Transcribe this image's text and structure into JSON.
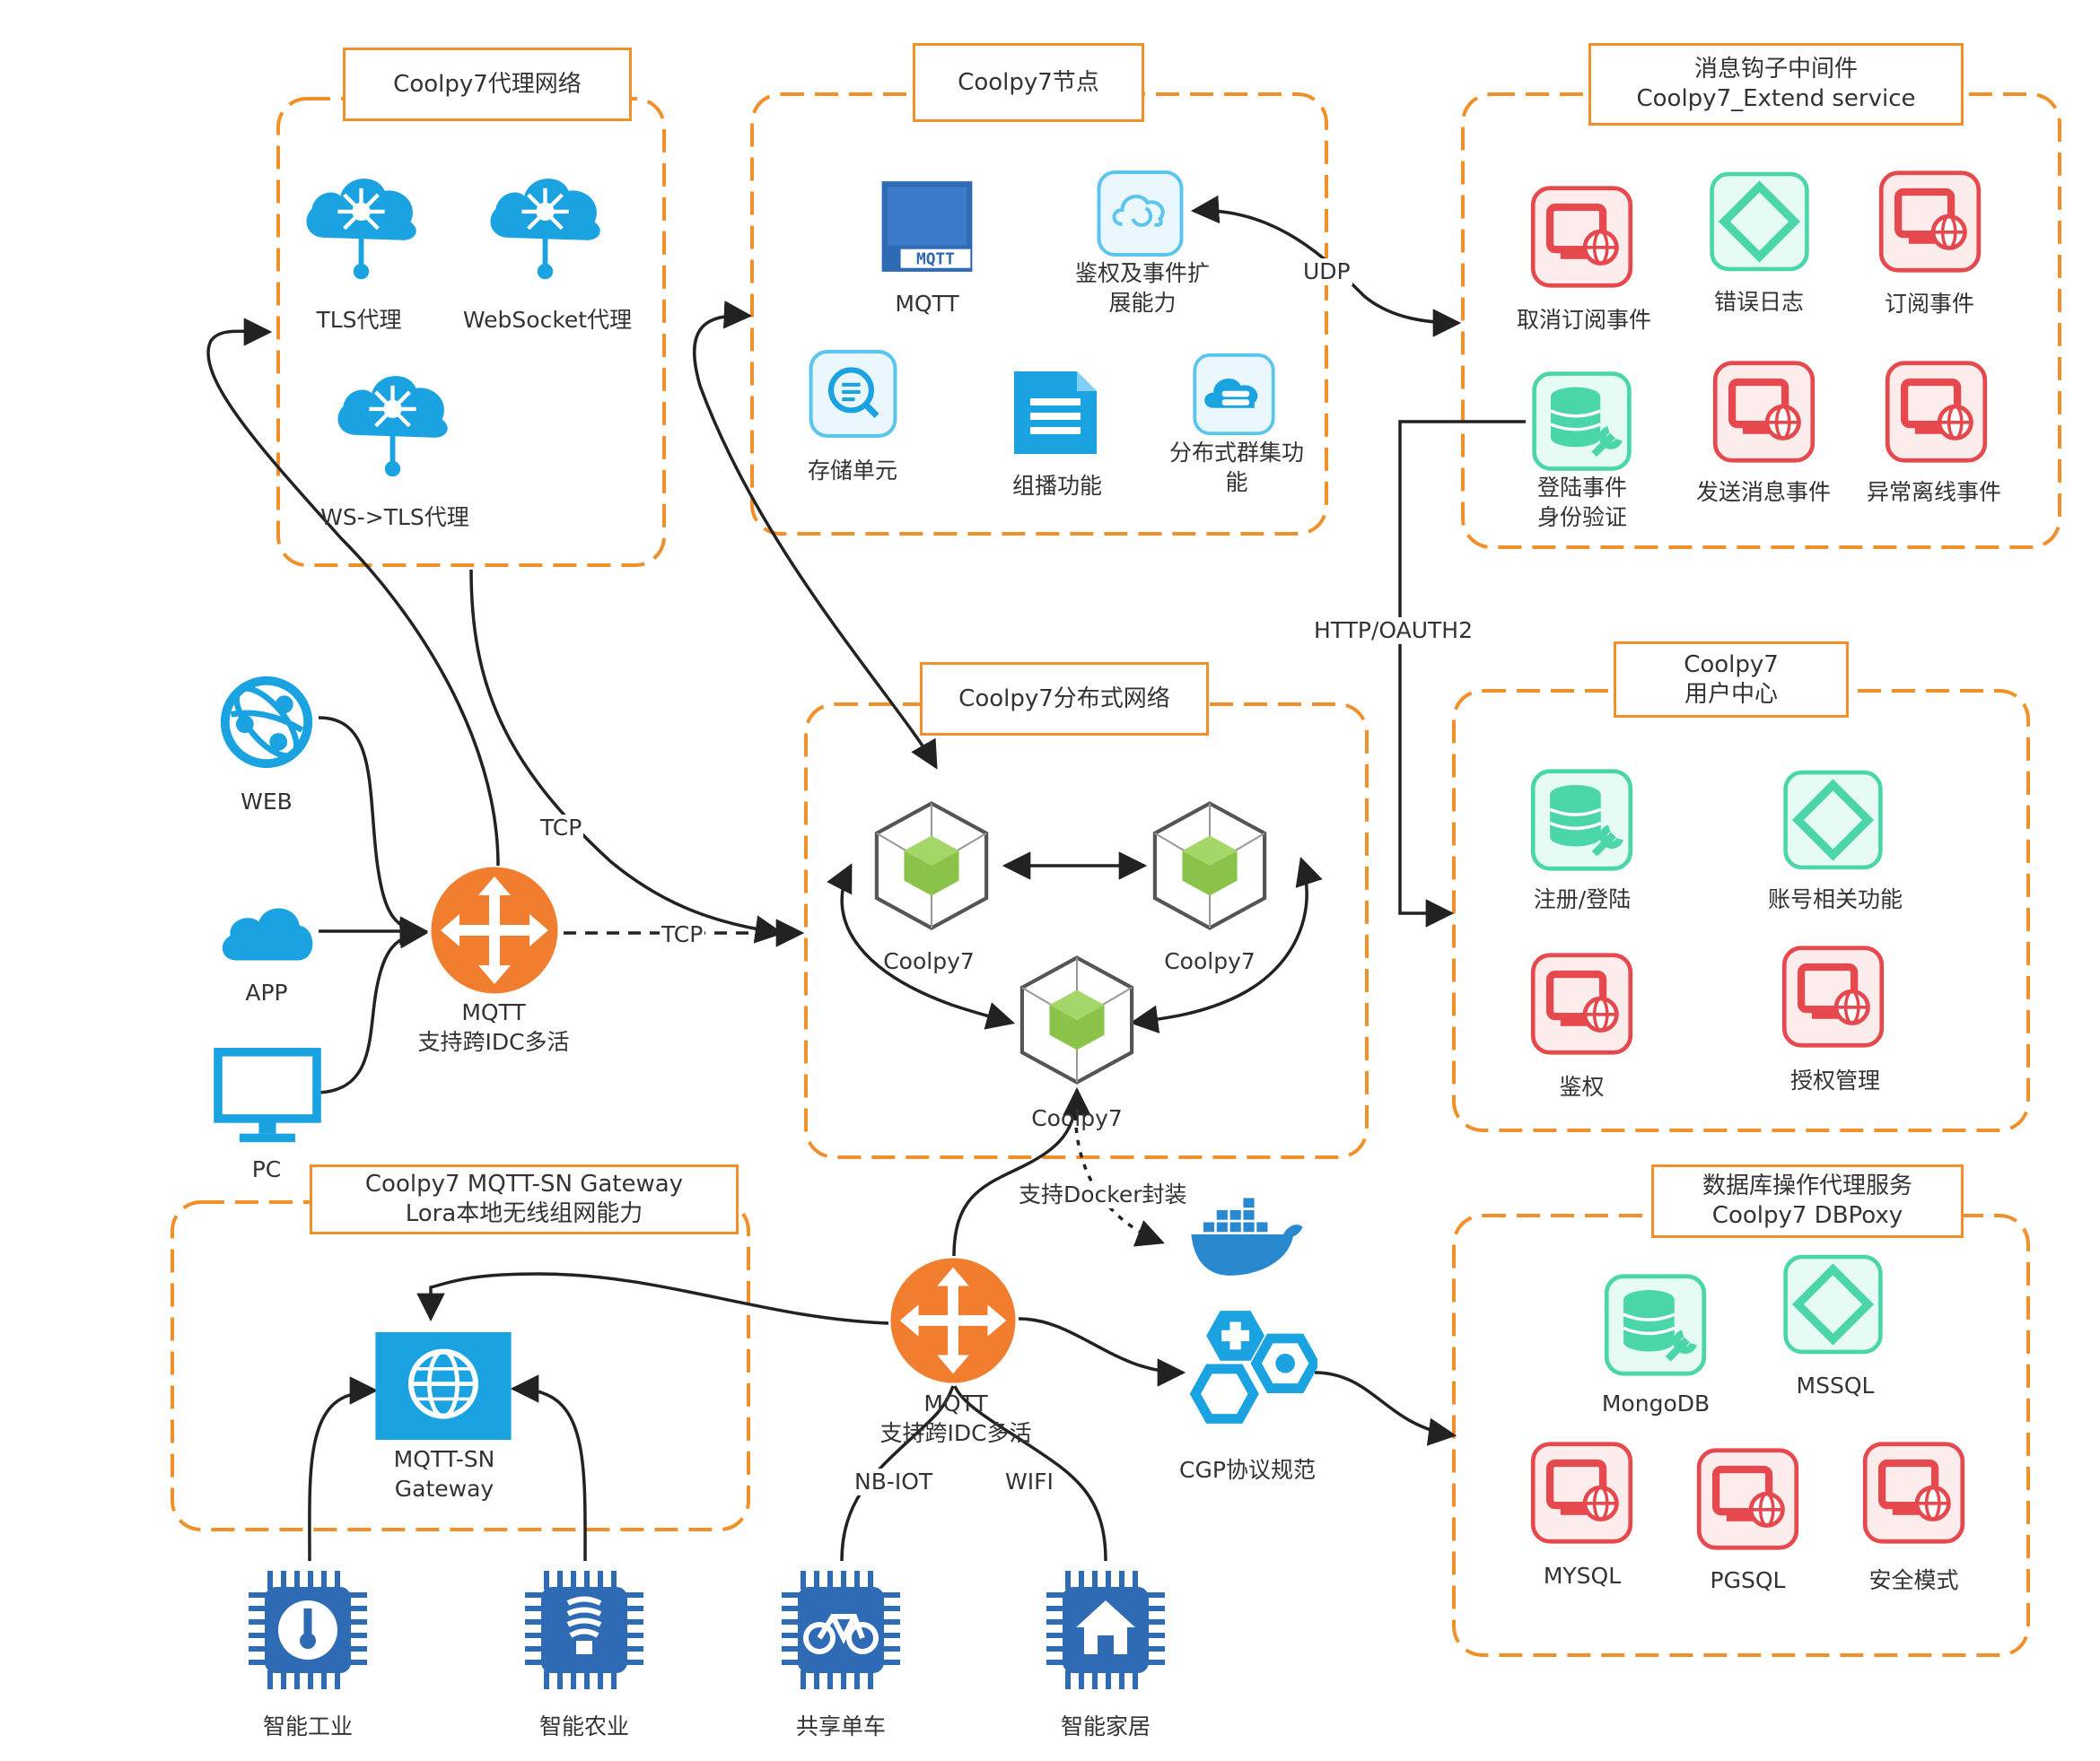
{
  "groups": {
    "proxy": {
      "title": "Coolpy7代理网络"
    },
    "node": {
      "title": "Coolpy7节点"
    },
    "hook": {
      "title_line1": "消息钩子中间件",
      "title_line2": "Coolpy7_Extend service"
    },
    "cluster": {
      "title": "Coolpy7分布式网络"
    },
    "user": {
      "title_line1": "Coolpy7",
      "title_line2": "用户中心"
    },
    "gateway": {
      "title_line1": "Coolpy7 MQTT-SN Gateway",
      "title_line2": "Lora本地无线组网能力"
    },
    "db": {
      "title_line1": "数据库操作代理服务",
      "title_line2": "Coolpy7 DBPoxy"
    }
  },
  "proxy_items": {
    "tls": "TLS代理",
    "websocket": "WebSocket代理",
    "ws_tls": "WS->TLS代理"
  },
  "node_items": {
    "mqtt": "MQTT",
    "auth_line1": "鉴权及事件扩",
    "auth_line2": "展能力",
    "storage": "存储单元",
    "multicast": "组播功能",
    "dist_line1": "分布式群集功",
    "dist_line2": "能"
  },
  "hook_items": {
    "unsubscribe": "取消订阅事件",
    "error_log": "错误日志",
    "subscribe": "订阅事件",
    "login_line1": "登陆事件",
    "login_line2": "身份验证",
    "publish": "发送消息事件",
    "offline": "异常离线事件"
  },
  "clients": {
    "web": "WEB",
    "app": "APP",
    "pc": "PC"
  },
  "mqtt_router_top": {
    "line1": "MQTT",
    "line2": "支持跨IDC多活"
  },
  "mqtt_router_bottom": {
    "line1": "MQTT",
    "line2": "支持跨IDC多活"
  },
  "cluster_nodes": {
    "left": "Coolpy7",
    "right": "Coolpy7",
    "bottom": "Coolpy7"
  },
  "user_items": {
    "register": "注册/登陆",
    "account": "账号相关功能",
    "auth": "鉴权",
    "authz": "授权管理"
  },
  "gateway_item": {
    "line1": "MQTT-SN",
    "line2": "Gateway"
  },
  "devices": {
    "industry": "智能工业",
    "agriculture": "智能农业",
    "bike": "共享单车",
    "home": "智能家居"
  },
  "db_items": {
    "mongodb": "MongoDB",
    "mssql": "MSSQL",
    "mysql": "MYSQL",
    "pgsql": "PGSQL",
    "safe": "安全模式"
  },
  "cgp": "CGP协议规范",
  "edge_labels": {
    "udp": "UDP",
    "http": "HTTP/OAUTH2",
    "tcp_upper": "TCP",
    "tcp_lower": "TCP",
    "docker": "支持Docker封装",
    "nbiot": "NB-IOT",
    "wifi": "WIFI"
  },
  "colors": {
    "orange": "#f0902a",
    "blue": "#1aa3e0",
    "red": "#e5484d",
    "green": "#4ad6a8",
    "router": "#f07e2e",
    "chip": "#2f6bb5",
    "cube": "#8bc34a"
  }
}
